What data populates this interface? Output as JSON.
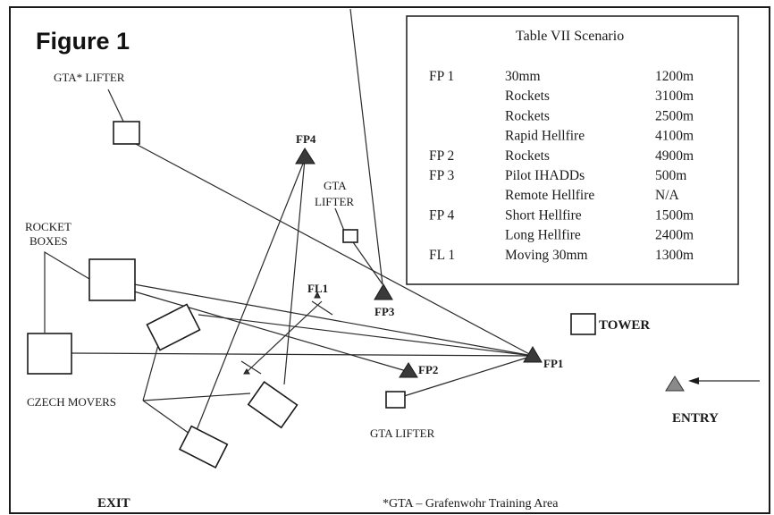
{
  "figure": {
    "title": "Figure 1",
    "footnote": "*GTA – Grafenwohr Training Area",
    "labels": {
      "gta_lifter_top": "GTA* LIFTER",
      "fp4": "FP4",
      "gta_lifter_mid": [
        "GTA",
        "LIFTER"
      ],
      "rocket_boxes": [
        "ROCKET",
        "BOXES"
      ],
      "fl1": "FL1",
      "fp3": "FP3",
      "tower": "TOWER",
      "fp1": "FP1",
      "fp2": "FP2",
      "czech_movers": "CZECH MOVERS",
      "gta_lifter_bottom": "GTA LIFTER",
      "entry": "ENTRY",
      "exit": "EXIT"
    }
  },
  "table": {
    "title": "Table VII Scenario",
    "rows": [
      {
        "point": "FP 1",
        "weapon": "30mm",
        "range": "1200m"
      },
      {
        "point": "",
        "weapon": "Rockets",
        "range": "3100m"
      },
      {
        "point": "",
        "weapon": "Rockets",
        "range": "2500m"
      },
      {
        "point": "",
        "weapon": "Rapid Hellfire",
        "range": "4100m"
      },
      {
        "point": "FP 2",
        "weapon": "Rockets",
        "range": "4900m"
      },
      {
        "point": "FP 3",
        "weapon": "Pilot IHADDs",
        "range": "500m"
      },
      {
        "point": "",
        "weapon": "Remote Hellfire",
        "range": "N/A"
      },
      {
        "point": "FP 4",
        "weapon": "Short Hellfire",
        "range": "1500m"
      },
      {
        "point": "",
        "weapon": "Long Hellfire",
        "range": "2400m"
      },
      {
        "point": "FL 1",
        "weapon": "Moving 30mm",
        "range": "1300m"
      }
    ]
  }
}
